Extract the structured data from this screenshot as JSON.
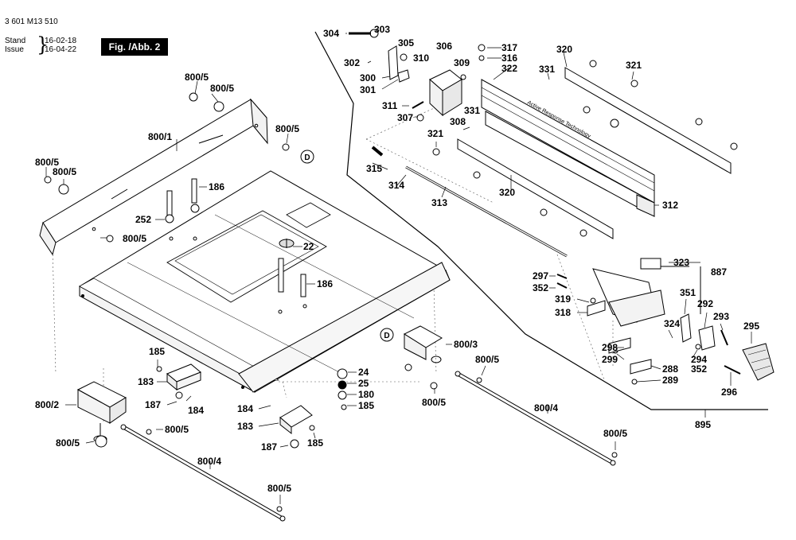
{
  "header": {
    "doc_number": "3 601 M13 510",
    "stand_label": "Stand",
    "issue_label": "Issue",
    "stand_date": "16-02-18",
    "issue_date": "16-04-22",
    "figure_label": "Fig. /Abb. 2"
  },
  "callouts": [
    {
      "id": "c1",
      "text": "800/5"
    },
    {
      "id": "c2",
      "text": "800/5"
    },
    {
      "id": "c3",
      "text": "800/1"
    },
    {
      "id": "c4",
      "text": "800/5"
    },
    {
      "id": "c5",
      "text": "800/5"
    },
    {
      "id": "c6",
      "text": "800/5"
    },
    {
      "id": "c7",
      "text": "800/5"
    },
    {
      "id": "c8",
      "text": "D"
    },
    {
      "id": "c9",
      "text": "186"
    },
    {
      "id": "c10",
      "text": "252"
    },
    {
      "id": "c11",
      "text": "22"
    },
    {
      "id": "c12",
      "text": "186"
    },
    {
      "id": "c13",
      "text": "185"
    },
    {
      "id": "c14",
      "text": "183"
    },
    {
      "id": "c15",
      "text": "187"
    },
    {
      "id": "c16",
      "text": "184"
    },
    {
      "id": "c17",
      "text": "800/2"
    },
    {
      "id": "c18",
      "text": "800/5"
    },
    {
      "id": "c19",
      "text": "800/5"
    },
    {
      "id": "c20",
      "text": "800/4"
    },
    {
      "id": "c21",
      "text": "800/5"
    },
    {
      "id": "c22",
      "text": "184"
    },
    {
      "id": "c23",
      "text": "183"
    },
    {
      "id": "c24",
      "text": "187"
    },
    {
      "id": "c25",
      "text": "185"
    },
    {
      "id": "c26",
      "text": "24"
    },
    {
      "id": "c27",
      "text": "25"
    },
    {
      "id": "c28",
      "text": "180"
    },
    {
      "id": "c29",
      "text": "185"
    },
    {
      "id": "c30",
      "text": "D"
    },
    {
      "id": "c31",
      "text": "800/3"
    },
    {
      "id": "c32",
      "text": "800/5"
    },
    {
      "id": "c33",
      "text": "800/5"
    },
    {
      "id": "c34",
      "text": "800/4"
    },
    {
      "id": "c35",
      "text": "800/5"
    },
    {
      "id": "c36",
      "text": "304"
    },
    {
      "id": "c37",
      "text": "303"
    },
    {
      "id": "c38",
      "text": "305"
    },
    {
      "id": "c39",
      "text": "302"
    },
    {
      "id": "c40",
      "text": "300"
    },
    {
      "id": "c41",
      "text": "301"
    },
    {
      "id": "c42",
      "text": "306"
    },
    {
      "id": "c43",
      "text": "310"
    },
    {
      "id": "c44",
      "text": "309"
    },
    {
      "id": "c45",
      "text": "311"
    },
    {
      "id": "c46",
      "text": "307"
    },
    {
      "id": "c47",
      "text": "308"
    },
    {
      "id": "c48",
      "text": "317"
    },
    {
      "id": "c49",
      "text": "316"
    },
    {
      "id": "c50",
      "text": "322"
    },
    {
      "id": "c51",
      "text": "331"
    },
    {
      "id": "c52",
      "text": "320"
    },
    {
      "id": "c53",
      "text": "321"
    },
    {
      "id": "c54",
      "text": "331"
    },
    {
      "id": "c55",
      "text": "321"
    },
    {
      "id": "c56",
      "text": "315"
    },
    {
      "id": "c57",
      "text": "314"
    },
    {
      "id": "c58",
      "text": "313"
    },
    {
      "id": "c59",
      "text": "320"
    },
    {
      "id": "c60",
      "text": "312"
    },
    {
      "id": "c61",
      "text": "323"
    },
    {
      "id": "c62",
      "text": "887"
    },
    {
      "id": "c63",
      "text": "297"
    },
    {
      "id": "c64",
      "text": "352"
    },
    {
      "id": "c65",
      "text": "319"
    },
    {
      "id": "c66",
      "text": "318"
    },
    {
      "id": "c67",
      "text": "351"
    },
    {
      "id": "c68",
      "text": "292"
    },
    {
      "id": "c69",
      "text": "324"
    },
    {
      "id": "c70",
      "text": "293"
    },
    {
      "id": "c71",
      "text": "295"
    },
    {
      "id": "c72",
      "text": "298"
    },
    {
      "id": "c73",
      "text": "299"
    },
    {
      "id": "c74",
      "text": "294"
    },
    {
      "id": "c75",
      "text": "352"
    },
    {
      "id": "c76",
      "text": "288"
    },
    {
      "id": "c77",
      "text": "289"
    },
    {
      "id": "c78",
      "text": "296"
    },
    {
      "id": "c79",
      "text": "895"
    }
  ],
  "fence_imprint": "Active Response Technology"
}
